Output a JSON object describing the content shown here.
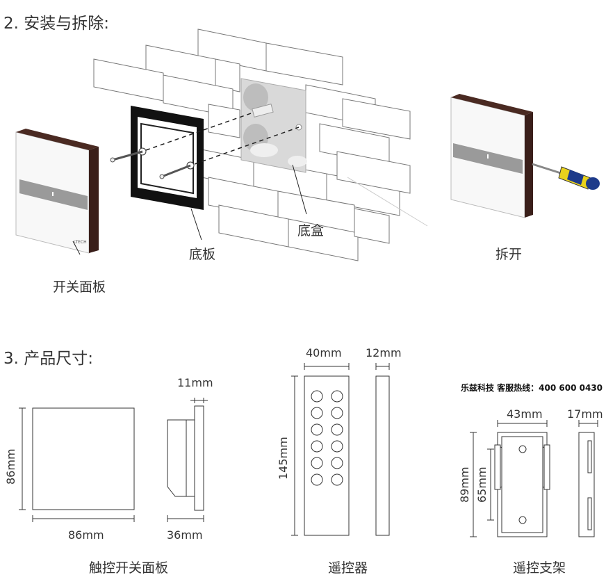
{
  "section_install": "2. 安装与拆除:",
  "section_size": "3. 产品尺寸:",
  "install": {
    "label_panel": "开关面板",
    "label_plate": "底板",
    "label_box": "底盒",
    "label_remove": "拆开",
    "brand_mark": "LTECH"
  },
  "dims": {
    "panel_height": "86mm",
    "panel_width": "86mm",
    "panel_thickness_top": "11mm",
    "panel_depth": "36mm",
    "remote_width": "40mm",
    "remote_thickness": "12mm",
    "remote_height": "145mm",
    "bracket_width": "43mm",
    "bracket_thickness": "17mm",
    "bracket_height": "89mm",
    "bracket_hole_spacing": "65mm"
  },
  "captions": {
    "panel": "触控开关面板",
    "remote": "遥控器",
    "bracket": "遥控支架"
  },
  "hotline": "乐兹科技 客服热线：400 600 0430"
}
